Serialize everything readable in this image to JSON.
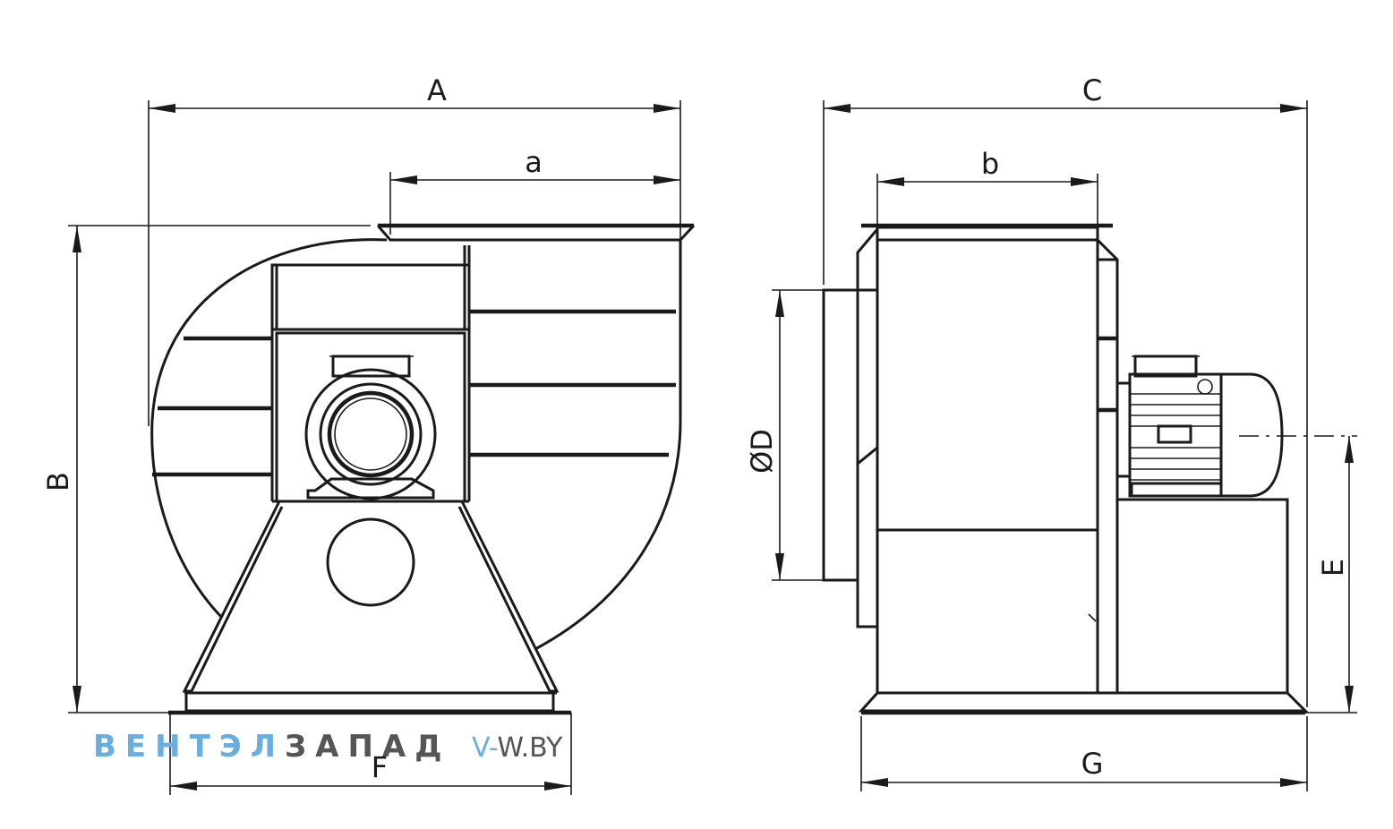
{
  "dimensions": {
    "A": "A",
    "a": "a",
    "B": "B",
    "C": "C",
    "b": "b",
    "D": "ØD",
    "E": "E",
    "F": "F",
    "G": "G"
  },
  "watermark": {
    "part1": "ВЕНТЭЛ",
    "part2": "ЗАПАД",
    "site_prefix": "V-",
    "site_rest": "W.BY",
    "color_light": "#6aaee0",
    "color_dark": "#555555"
  }
}
